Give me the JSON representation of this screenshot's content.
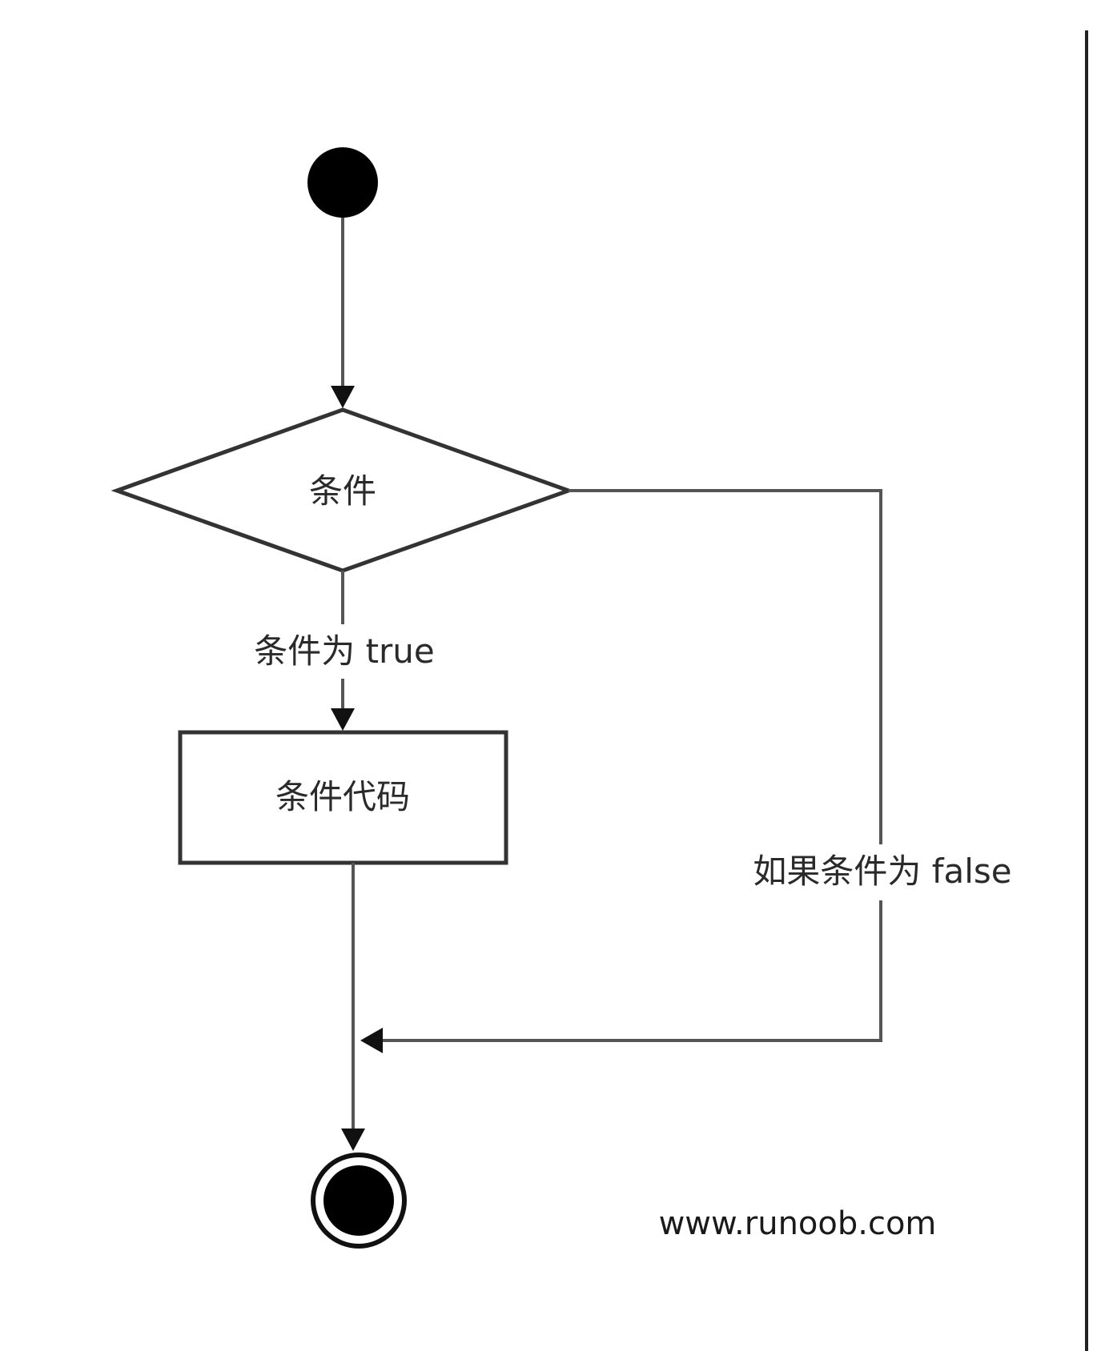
{
  "nodes": {
    "decision_label": "条件",
    "process_label": "条件代码"
  },
  "edges": {
    "true_label": "条件为 true",
    "false_label": "如果条件为 false"
  },
  "watermark": "www.runoob.com",
  "colors": {
    "background": "#ffffff",
    "stroke": "#333333",
    "fill_dark": "#000000"
  }
}
